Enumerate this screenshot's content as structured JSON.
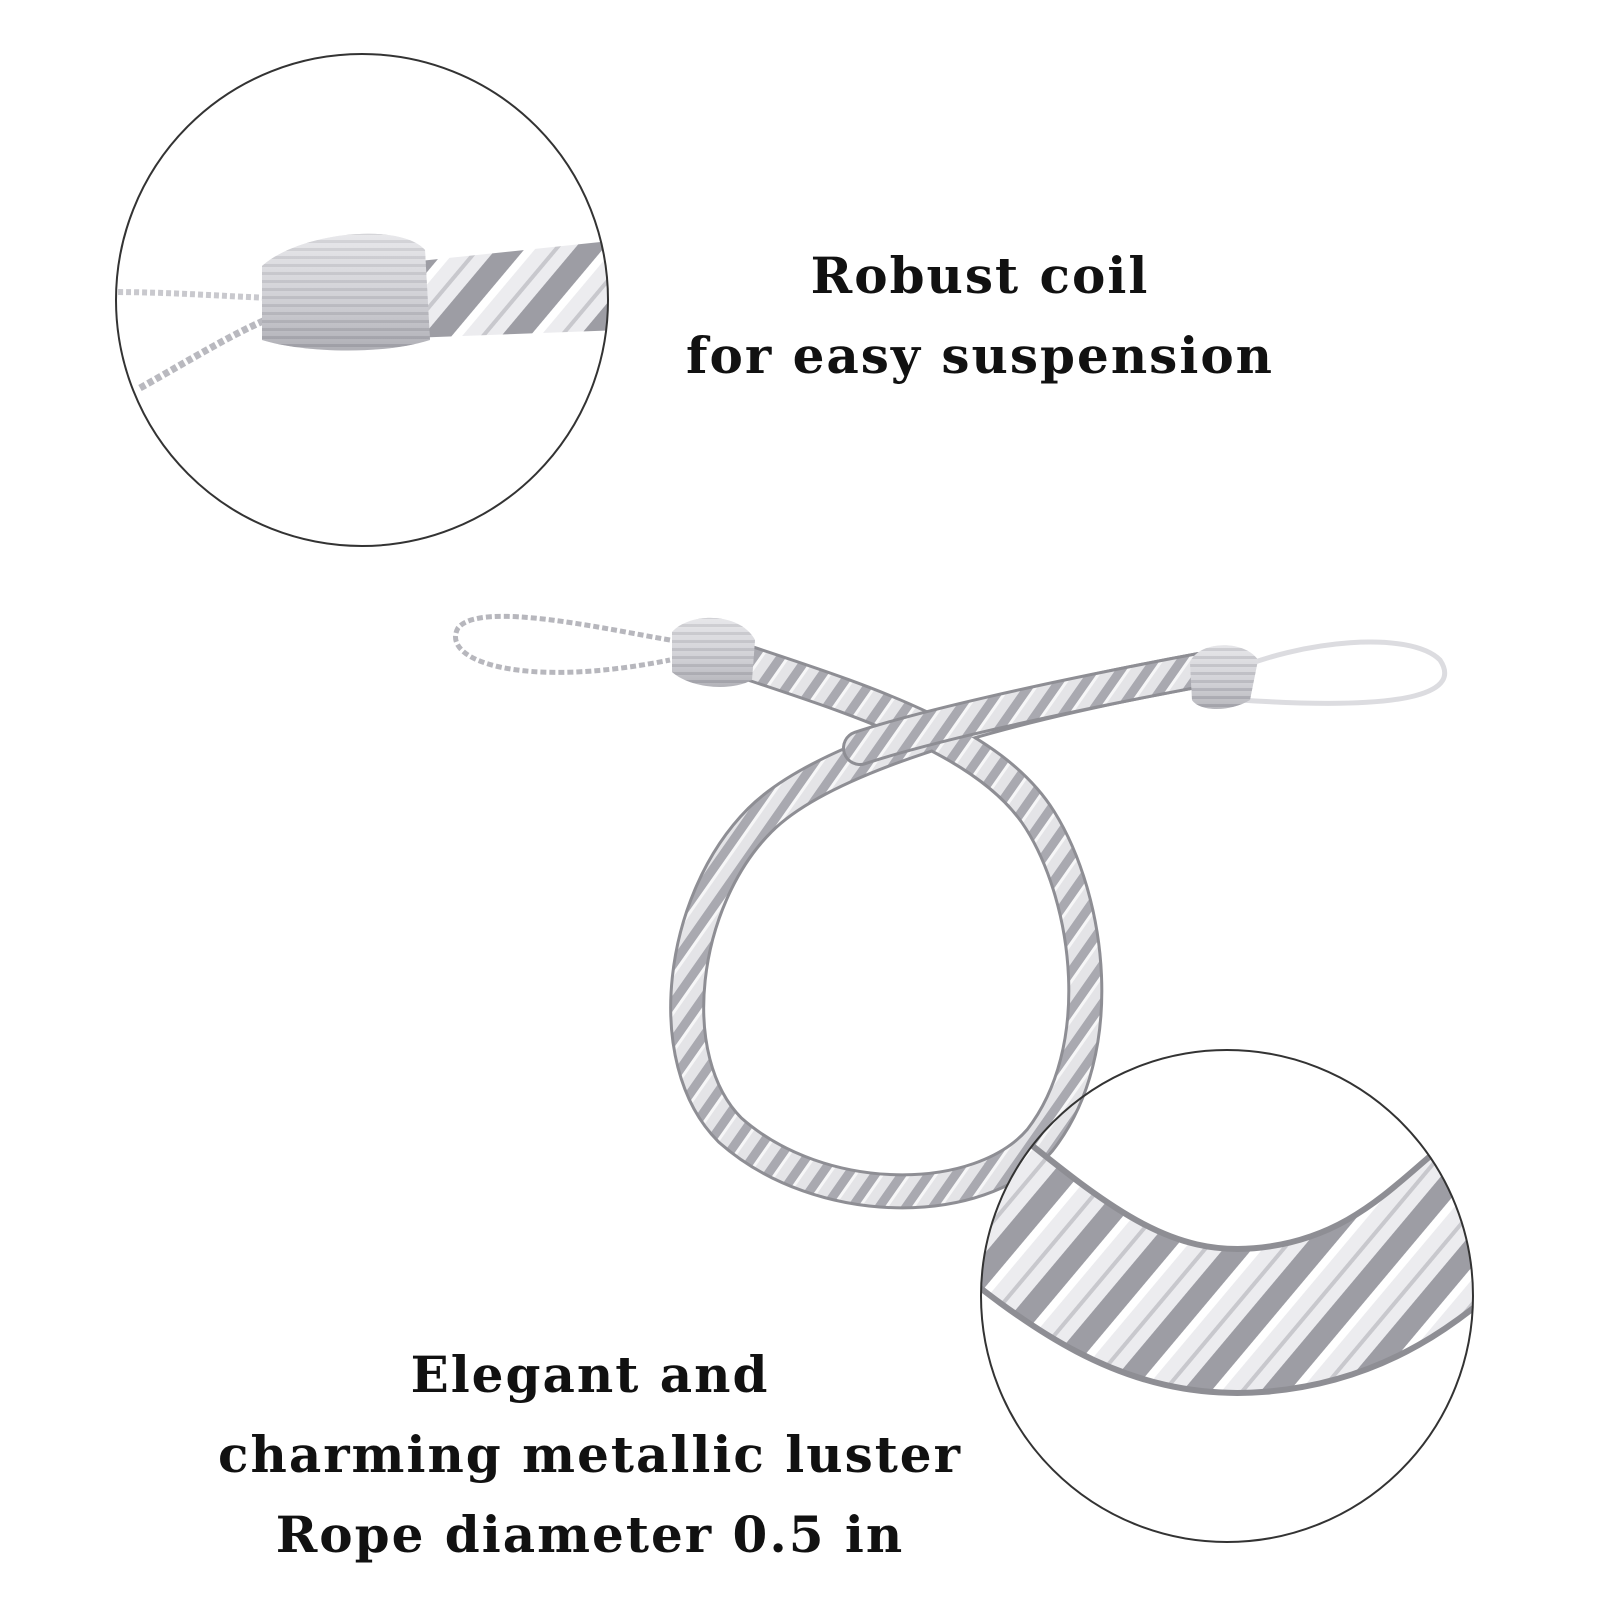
{
  "captions": {
    "top": {
      "line1": "Robust coil",
      "line2": "for easy suspension"
    },
    "bottom": {
      "line1": "Elegant and",
      "line2": "charming metallic luster",
      "line3": "Rope diameter 0.5 in"
    }
  },
  "colors": {
    "background": "#ffffff",
    "text": "#111111",
    "circle_outline": "#333333",
    "rope_silver": "#d9d9dc",
    "rope_shadow": "#8e8e94"
  },
  "images": {
    "main_product": "silver twisted rope curtain tieback with end caps and thin loops",
    "detail_top": "close-up of silver end cap with thin cord loop",
    "detail_bottom": "close-up of twisted silver rope texture"
  }
}
